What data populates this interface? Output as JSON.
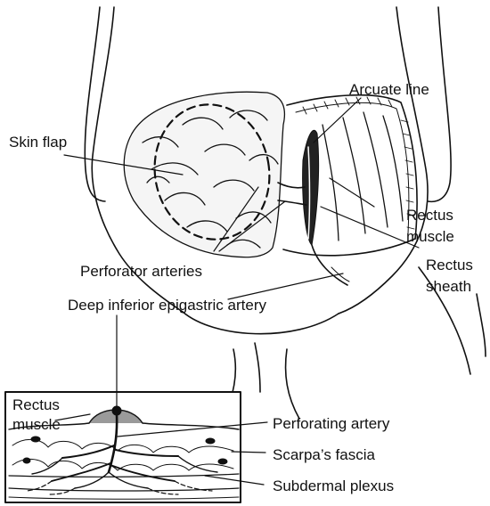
{
  "labels": {
    "arcuate_line": "Arcuate line",
    "skin_flap": "Skin flap",
    "rectus_muscle_1": "Rectus",
    "rectus_muscle_2": "muscle",
    "rectus_sheath_1": "Rectus",
    "rectus_sheath_2": "sheath",
    "perforator_arteries": "Perforator arteries",
    "deep_inferior_epigastric_artery": "Deep inferior epigastric artery",
    "inset_rectus_1": "Rectus",
    "inset_rectus_2": "muscle",
    "perforating_artery": "Perforating artery",
    "scarpas_fascia": "Scarpa’s fascia",
    "subdermal_plexus": "Subdermal plexus"
  },
  "colors": {
    "ink": "#111111",
    "background": "#ffffff"
  }
}
